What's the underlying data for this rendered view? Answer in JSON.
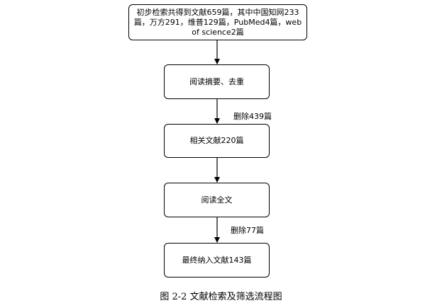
{
  "diagram": {
    "nodes": [
      {
        "id": "n1",
        "text": "初步检索共得到文献659篇，其中中国知网233篇，万方291，维普129篇，PubMed4篇，web of science2篇"
      },
      {
        "id": "n2",
        "text": "阅读摘要、去重"
      },
      {
        "id": "n3",
        "text": "相关文献220篇"
      },
      {
        "id": "n4",
        "text": "阅读全文"
      },
      {
        "id": "n5",
        "text": "最终纳入文献143篇"
      }
    ],
    "edge_labels": {
      "n2_to_n3": "删除439篇",
      "n4_to_n5": "删除77篇"
    },
    "caption": "图 2-2  文献检索及筛选流程图"
  }
}
